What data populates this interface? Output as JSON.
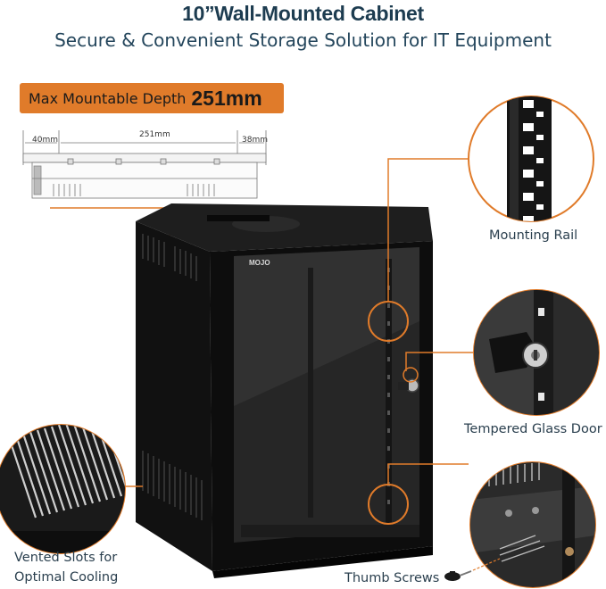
{
  "header": {
    "title": "10”Wall-Mounted Cabinet",
    "subtitle": "Secure & Convenient Storage Solution for IT Equipment"
  },
  "depth_badge": {
    "label": "Max Mountable Depth",
    "value": "251mm"
  },
  "dimensions": {
    "left": "40mm",
    "middle": "251mm",
    "right": "38mm"
  },
  "brand": "MOJO",
  "callouts": {
    "mounting_rail": "Mounting Rail",
    "tempered_glass_door": "Tempered Glass Door",
    "vented_slots_line1": "Vented Slots for",
    "vented_slots_line2": "Optimal Cooling",
    "thumb_screws": "Thumb Screws"
  },
  "colors": {
    "accent": "#e07b2a",
    "title": "#1d3c50",
    "cabinet": "#141414"
  }
}
